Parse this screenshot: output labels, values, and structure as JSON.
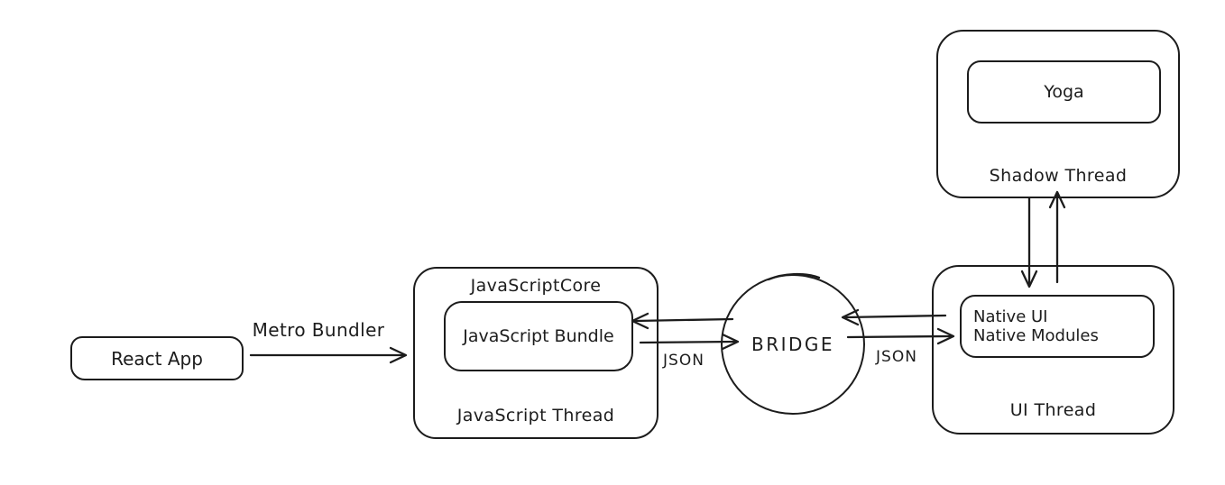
{
  "nodes": {
    "react_app": {
      "label": "React App"
    },
    "javascript_core": {
      "title": "JavaScriptCore",
      "bundle_label": "JavaScript Bundle",
      "thread_label": "JavaScript Thread"
    },
    "bridge": {
      "label": "BRIDGE"
    },
    "ui_thread": {
      "native_ui_label": "Native UI",
      "native_modules_label": "Native Modules",
      "thread_label": "UI Thread"
    },
    "shadow_thread": {
      "yoga_label": "Yoga",
      "thread_label": "Shadow Thread"
    }
  },
  "edges": {
    "metro_bundler": {
      "label": "Metro Bundler"
    },
    "js_bridge_json": {
      "label": "JSON"
    },
    "bridge_native_json": {
      "label": "JSON"
    }
  },
  "colors": {
    "ink": "#1c1c1c",
    "background": "#ffffff"
  }
}
